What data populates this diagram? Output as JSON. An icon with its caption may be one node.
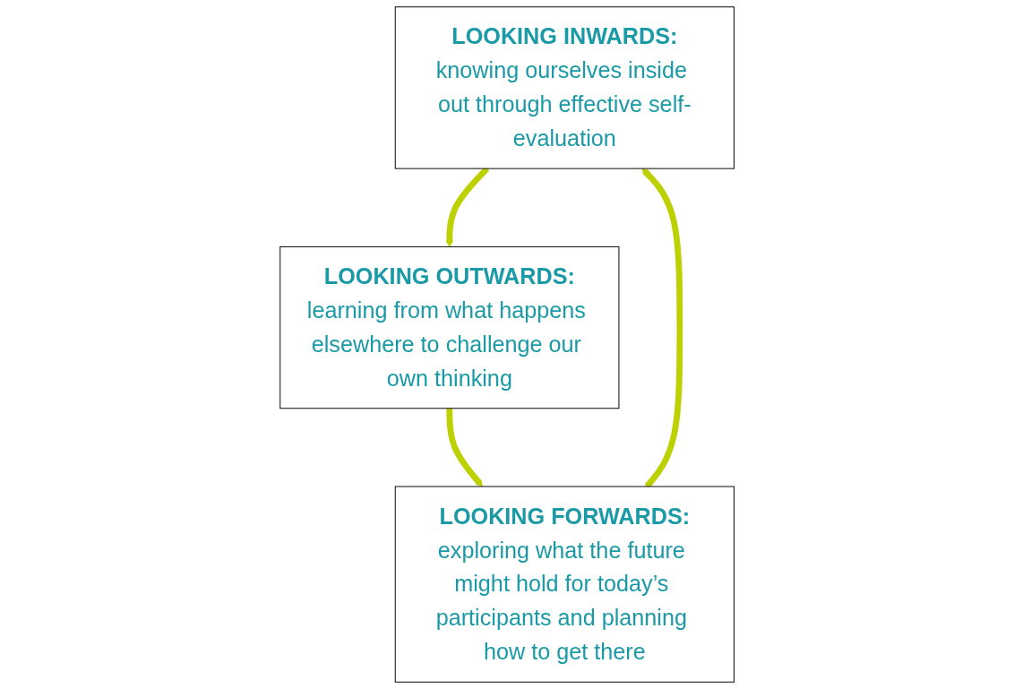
{
  "diagram": {
    "nodes": [
      {
        "text": [
          "LOOKING INWARDS:",
          "knowing ourselves inside out through effective self-evaluation"
        ]
      },
      {
        "text": [
          "LOOKING OUTWARDS:",
          "learning from what happens elsewhere to challenge our own thinking"
        ]
      },
      {
        "text": [
          "LOOKING FORWARDS:",
          "exploring what the future might hold for today’s participants and planning how to get there"
        ]
      }
    ],
    "edges": [
      {
        "from": 0,
        "to": 1,
        "arrow": "to",
        "color": "#bdd000"
      },
      {
        "from": 1,
        "to": 2,
        "arrow": "to",
        "color": "#bdd000"
      },
      {
        "from": 2,
        "to": 0,
        "arrow": "to",
        "color": "#bdd000"
      }
    ]
  }
}
